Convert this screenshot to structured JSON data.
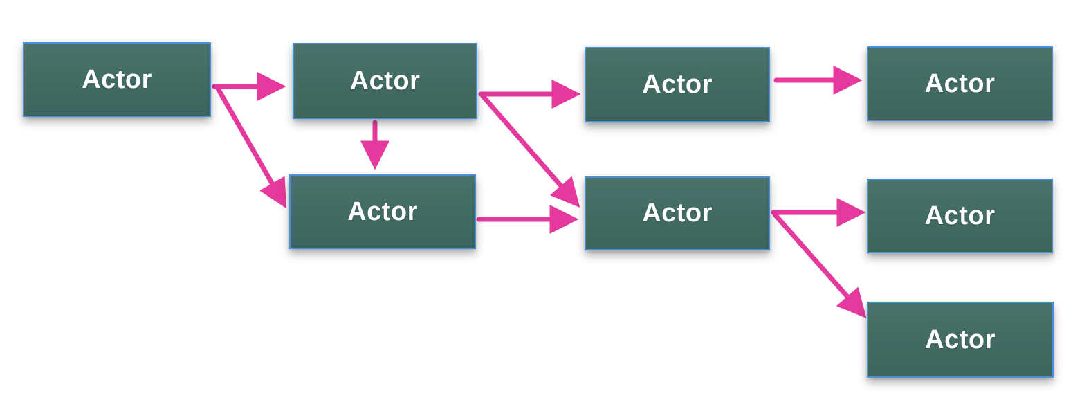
{
  "diagram_type": "actor-flow-diagram",
  "nodes": [
    {
      "id": "actor-1",
      "label": "Actor"
    },
    {
      "id": "actor-2",
      "label": "Actor"
    },
    {
      "id": "actor-3",
      "label": "Actor"
    },
    {
      "id": "actor-4",
      "label": "Actor"
    },
    {
      "id": "actor-5",
      "label": "Actor"
    },
    {
      "id": "actor-6",
      "label": "Actor"
    },
    {
      "id": "actor-7",
      "label": "Actor"
    },
    {
      "id": "actor-8",
      "label": "Actor"
    }
  ],
  "edges": [
    {
      "from": "actor-1",
      "to": "actor-2"
    },
    {
      "from": "actor-1",
      "to": "actor-5"
    },
    {
      "from": "actor-2",
      "to": "actor-3"
    },
    {
      "from": "actor-2",
      "to": "actor-5"
    },
    {
      "from": "actor-2",
      "to": "actor-6"
    },
    {
      "from": "actor-5",
      "to": "actor-6"
    },
    {
      "from": "actor-3",
      "to": "actor-4"
    },
    {
      "from": "actor-6",
      "to": "actor-7"
    },
    {
      "from": "actor-6",
      "to": "actor-8"
    }
  ],
  "colors": {
    "node_fill": "#3f6b62",
    "node_border": "#4a90d5",
    "arrow": "#e6399d",
    "label": "#ffffff",
    "background": "#ffffff"
  }
}
